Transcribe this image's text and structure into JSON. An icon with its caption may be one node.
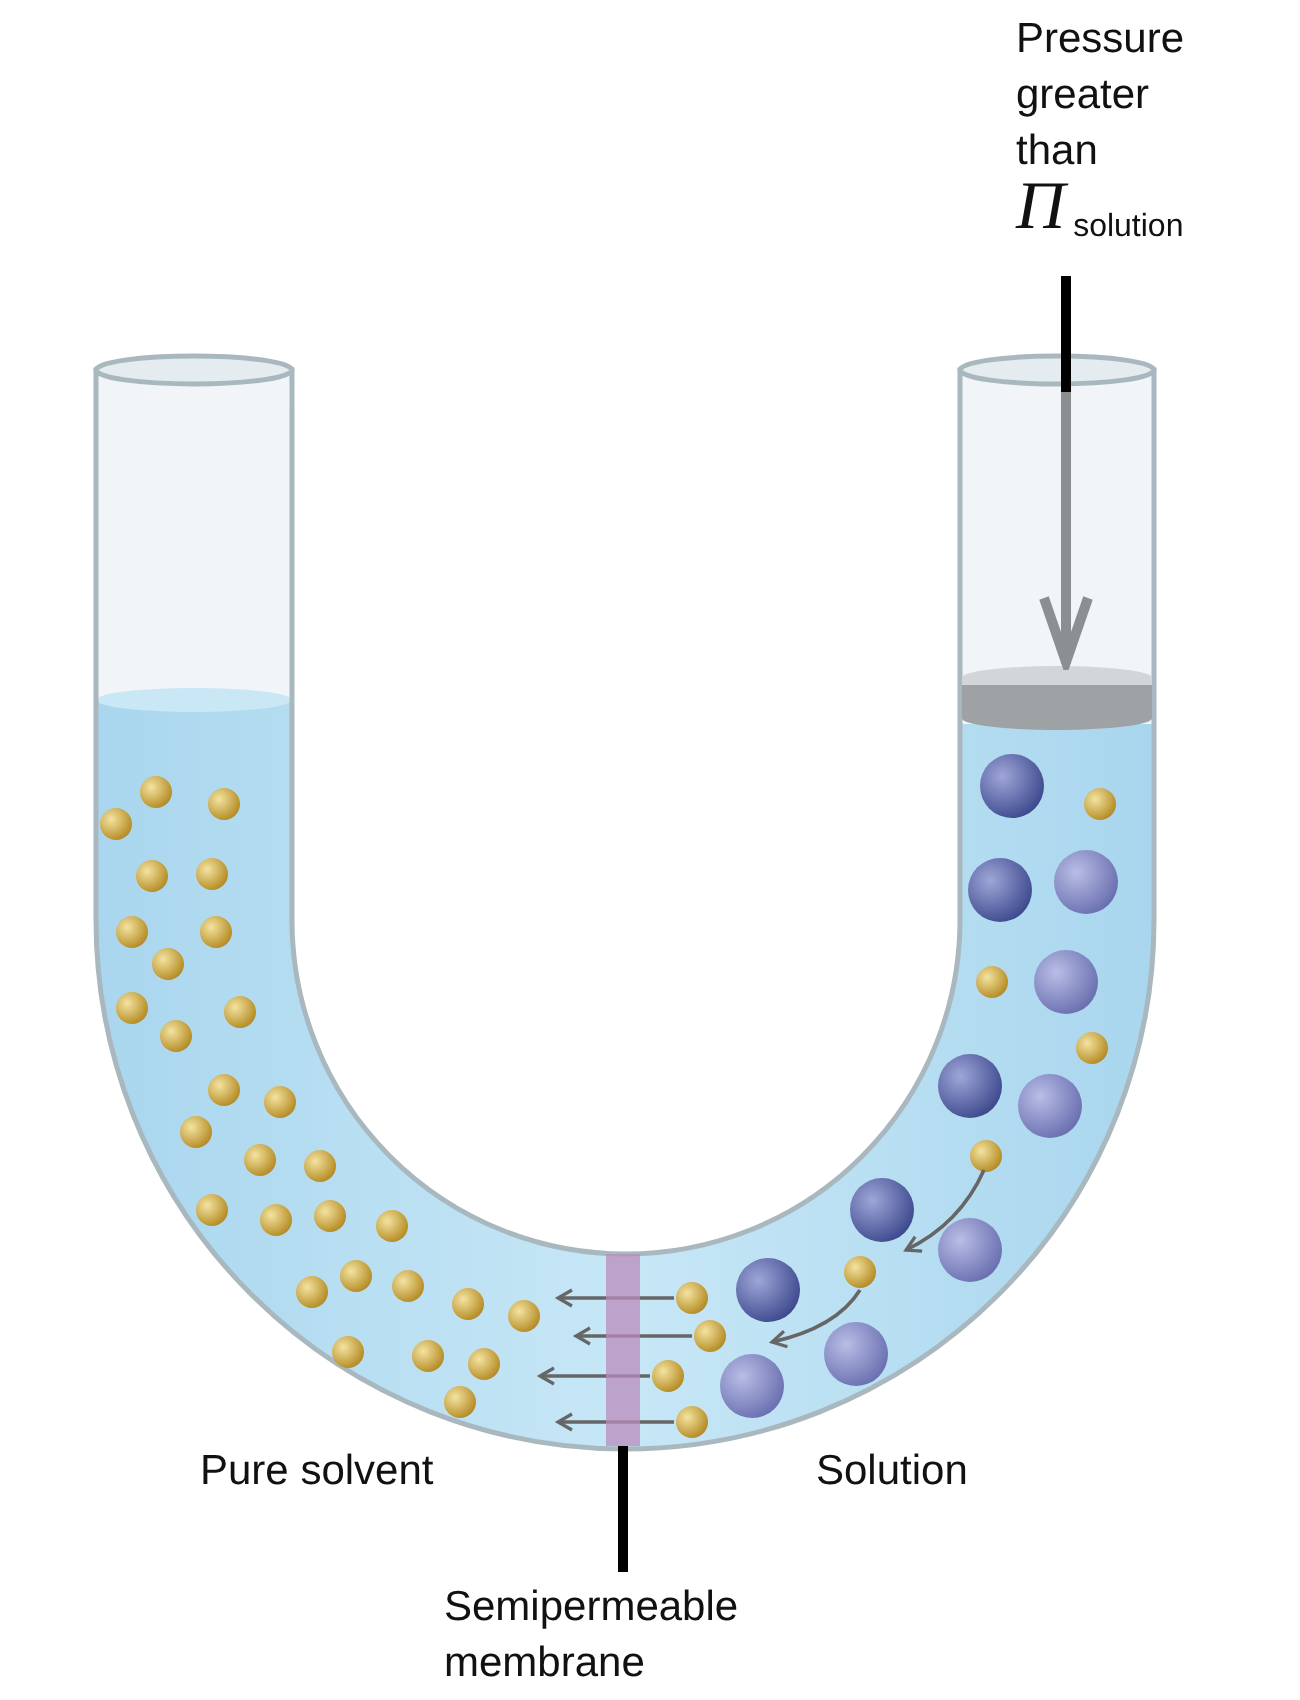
{
  "diagram": {
    "nodes": [
      {
        "text": [
          "Pressure greater than *Π*$_{solution}$"
        ]
      },
      {
        "text": [],
        "shape": "cylinder"
      },
      {
        "text": [
          "Semipermeable membrane"
        ]
      },
      {
        "text": [],
        "shape": "bar"
      }
    ],
    "edges": [
      {
        "from": 0,
        "to": 1,
        "arrow": "to"
      },
      {
        "from": 2,
        "to": 3,
        "arrow": "none"
      }
    ],
    "labels": [
      "Pure solvent",
      "Solution"
    ]
  }
}
